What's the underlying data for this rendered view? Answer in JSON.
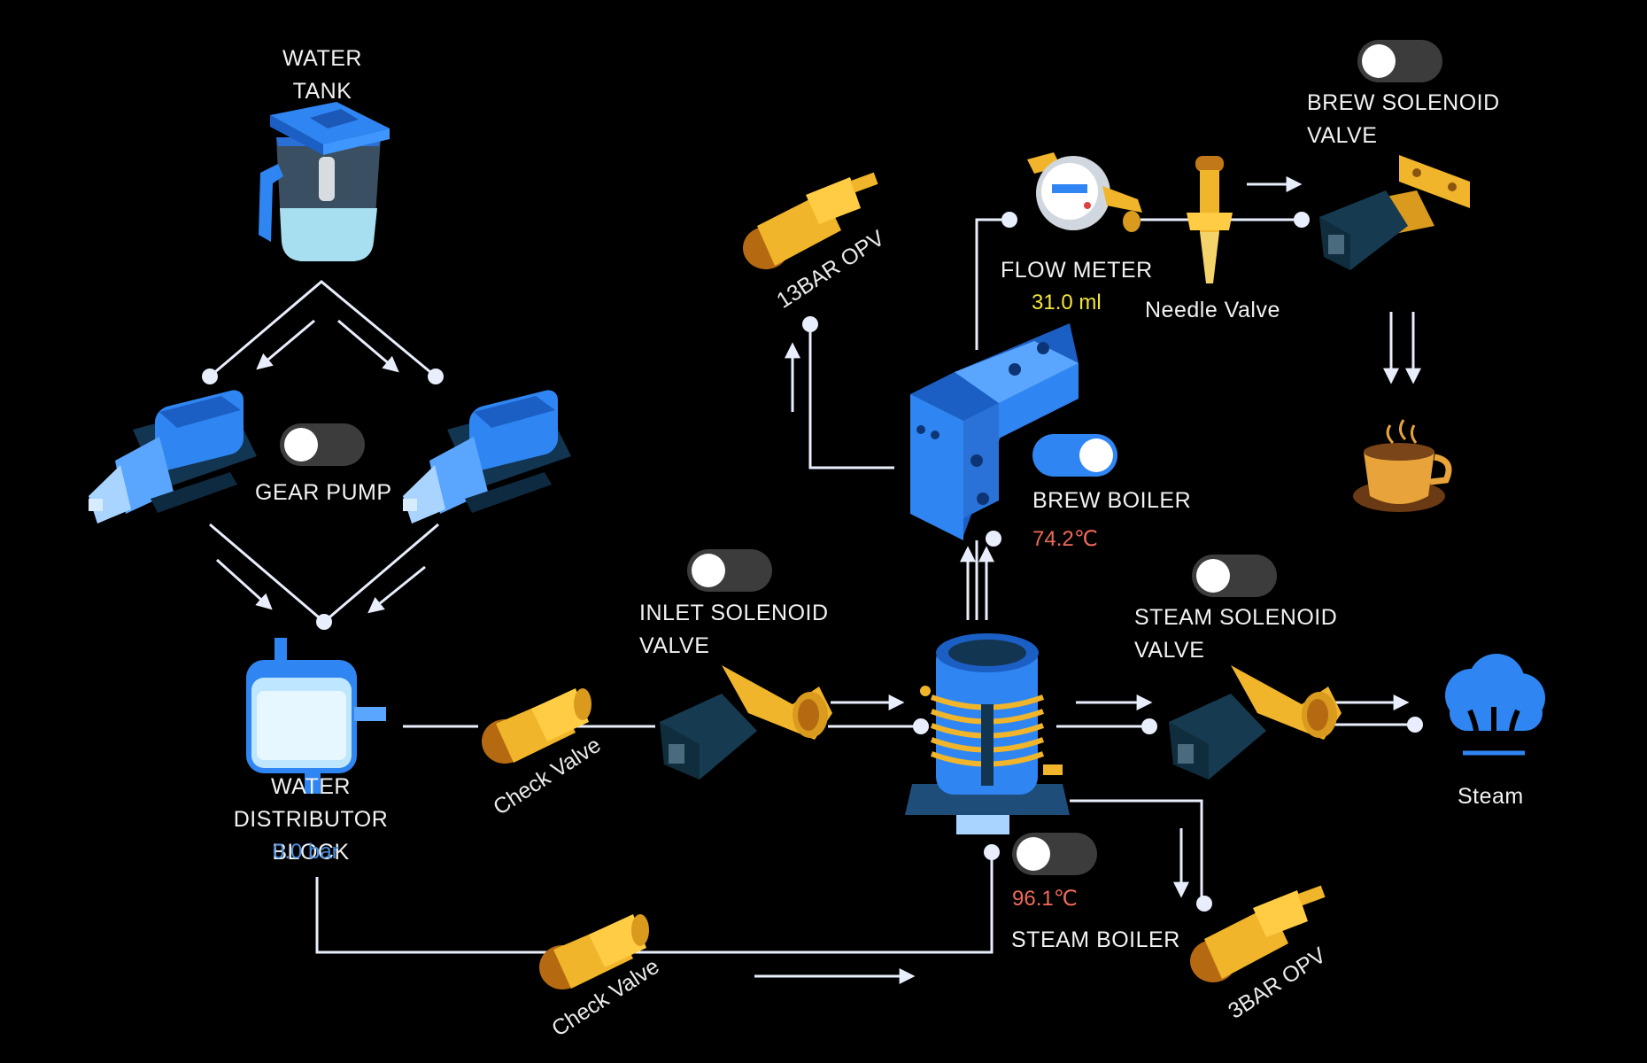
{
  "labels": {
    "water_tank": [
      "WATER",
      "TANK"
    ],
    "gear_pump": "GEAR PUMP",
    "water_distributor_block": [
      "WATER",
      "DISTRIBUTOR",
      "BLOCK"
    ],
    "check_valve_1": "Check Valve",
    "check_valve_2": "Check Valve",
    "inlet_solenoid_valve": [
      "INLET SOLENOID",
      "VALVE"
    ],
    "steam_boiler": "STEAM BOILER",
    "steam_solenoid_valve": [
      "STEAM SOLENOID",
      "VALVE"
    ],
    "steam": "Steam",
    "opv_3bar": "3BAR OPV",
    "opv_13bar": "13BAR OPV",
    "brew_boiler": "BREW BOILER",
    "flow_meter": "FLOW METER",
    "needle_valve": "Needle Valve",
    "brew_solenoid_valve": [
      "BREW SOLENOID",
      "VALVE"
    ]
  },
  "readings": {
    "pressure": "0.0 bar",
    "flow_volume": "31.0 ml",
    "brew_boiler_temp": "74.2℃",
    "steam_boiler_temp": "96.1℃"
  },
  "toggles": {
    "gear_pump": false,
    "inlet_solenoid_valve": false,
    "brew_boiler": true,
    "steam_solenoid_valve": false,
    "steam_boiler": false,
    "brew_solenoid_valve": false
  },
  "colors": {
    "background": "#000000",
    "pipe": "#e9eefc",
    "flow_meter_value": "#f5e63a",
    "temperature_value": "#f06a5a",
    "pressure_value": "#4a90e2",
    "toggle_on": "#2f86f2",
    "toggle_off": "#3c3c3c",
    "component_blue": "#2f86f2",
    "brass": "#f0b52a"
  },
  "icons": [
    "water-tank-icon",
    "gear-pump-icon",
    "water-distributor-block-icon",
    "check-valve-icon",
    "solenoid-valve-icon",
    "steam-boiler-icon",
    "brew-boiler-icon",
    "flow-meter-icon",
    "needle-valve-icon",
    "opv-icon",
    "coffee-cup-icon",
    "steam-icon"
  ]
}
